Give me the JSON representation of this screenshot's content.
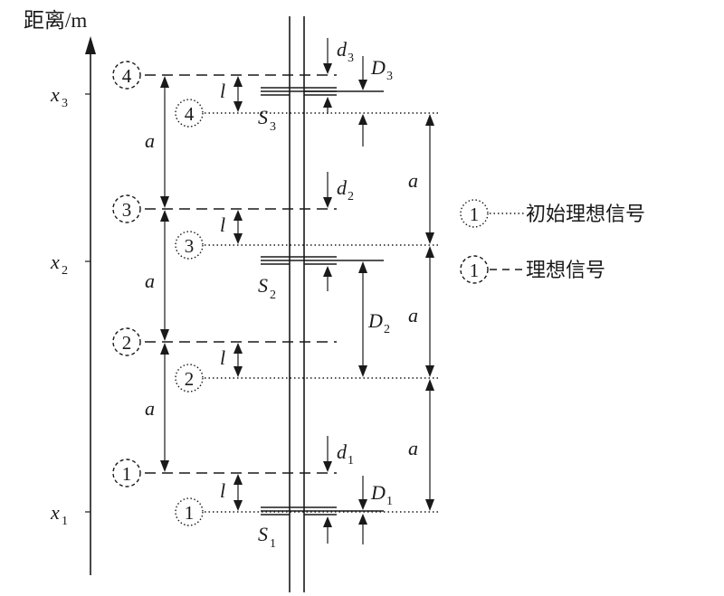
{
  "axis": {
    "label": "距离/m",
    "ticks": [
      "x3",
      "x2",
      "x1"
    ]
  },
  "stations": [
    {
      "name": "S3",
      "d_label": "d3",
      "D_label": "D3"
    },
    {
      "name": "S2",
      "d_label": "d2",
      "D_label": "D2"
    },
    {
      "name": "S1",
      "d_label": "d1",
      "D_label": "D1"
    }
  ],
  "markers_dashed": [
    "4",
    "3",
    "2",
    "1"
  ],
  "markers_dotted": [
    "4",
    "3",
    "2",
    "1"
  ],
  "spacing_labels": {
    "l": "l",
    "a": "a"
  },
  "legend": [
    {
      "marker": "1",
      "style": "dotted",
      "text": "初始理想信号"
    },
    {
      "marker": "1",
      "style": "dashed",
      "text": "理想信号"
    }
  ]
}
